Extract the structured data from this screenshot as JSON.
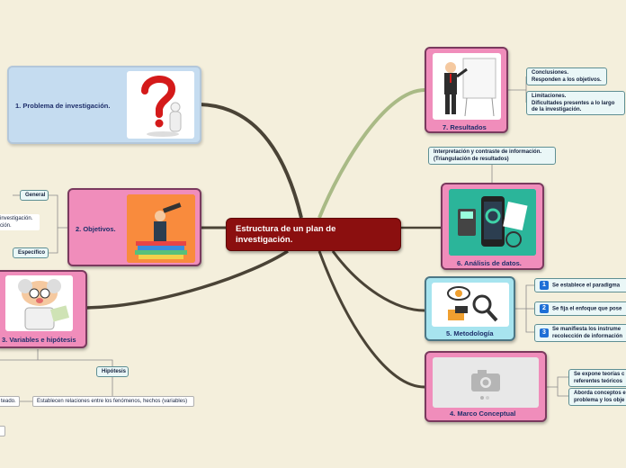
{
  "central": {
    "title": "Estructura de un plan de investigación."
  },
  "branches": {
    "problema": {
      "title": "1. Problema de investigación."
    },
    "objetivos": {
      "title": "2. Objetivos.",
      "general": "General",
      "general_text_1": "investigación.",
      "general_text_2": "ción.",
      "especifico": "Específico"
    },
    "variables": {
      "title": "3. Variables e hipótesis",
      "hipotesis": "Hipótesis",
      "hip_text": "Establecen relaciones entre los fenómenos, hechos (variables)",
      "left_text": "teado."
    },
    "resultados": {
      "title": "7. Resultados",
      "conclusiones_1": "Conclusiones.",
      "conclusiones_2": "Responden a los objetivos.",
      "limitaciones_1": "Limitaciones.",
      "limitaciones_2": "Dificultades presentes a lo largo",
      "limitaciones_3": "de la investigación."
    },
    "analisis": {
      "title": "6. Análisis de datos.",
      "interp_1": "Interpretación y contraste de información.",
      "interp_2": "(Triangulación de resultados)"
    },
    "metodologia": {
      "title": "5. Metodología",
      "items": [
        {
          "num": "1",
          "text_1": "Se establece el paradigma",
          "text_2": ""
        },
        {
          "num": "2",
          "text_1": "Se fija el enfoque que pose",
          "text_2": ""
        },
        {
          "num": "3",
          "text_1": "Se manifiesta los instrume",
          "text_2": "recolección de información"
        }
      ]
    },
    "marco": {
      "title": "4. Marco Conceptual",
      "teorias_1": "Se expone teorías c",
      "teorias_2": "referentes teóricos",
      "conceptos_1": "Aborda conceptos e",
      "conceptos_2": "problema y los obje"
    }
  },
  "colors": {
    "central": "#8b0f0f",
    "pink": "#f08dbb",
    "blue": "#c5dcf0",
    "teal": "#a7e4ef",
    "background": "#f4efdc"
  },
  "icons": [
    "question-mark-figure",
    "telescope-on-books",
    "scientist",
    "presenter-with-board",
    "data-analysis-phone",
    "eye-magnifier",
    "camera-placeholder"
  ]
}
